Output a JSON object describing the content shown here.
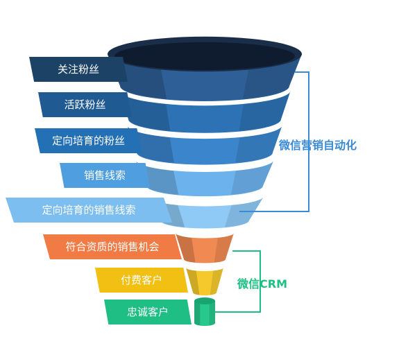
{
  "stages": [
    {
      "label": "关注粉丝",
      "label_color": "#1c4266",
      "color": "#2e5f96"
    },
    {
      "label": "活跃粉丝",
      "label_color": "#1f5a92",
      "color": "#2d72b4"
    },
    {
      "label": "定向培育的粉丝",
      "label_color": "#2470b5",
      "color": "#3a85cc"
    },
    {
      "label": "销售线索",
      "label_color": "#4f9fe0",
      "color": "#6cb2ec"
    },
    {
      "label": "定向培育的销售线索",
      "label_color": "#7dbef0",
      "color": "#8ecaf5"
    },
    {
      "label": "符合资质的销售机会",
      "label_color": "#f07b45",
      "color": "#f08a52"
    },
    {
      "label": "付费客户",
      "label_color": "#f1c013",
      "color": "#f5c92c"
    },
    {
      "label": "忠诚客户",
      "label_color": "#1fbe84",
      "color": "#26c88c"
    }
  ],
  "groups": [
    {
      "label": "微信营销自动化",
      "color": "#3a8ad6"
    },
    {
      "label": "微信CRM",
      "color": "#1fbe84"
    }
  ]
}
